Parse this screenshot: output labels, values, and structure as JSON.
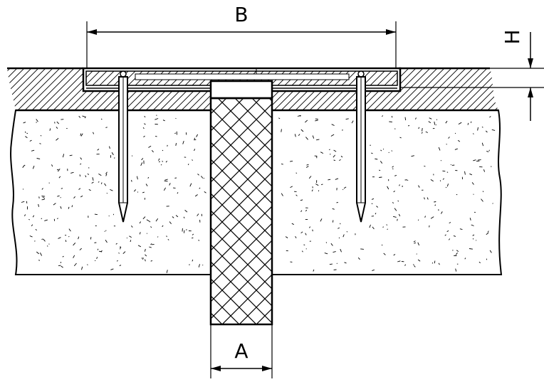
{
  "dimensions": {
    "b_label": "B",
    "h_label": "H",
    "a_label": "A"
  },
  "colors": {
    "line": "#000000",
    "background": "#ffffff"
  }
}
